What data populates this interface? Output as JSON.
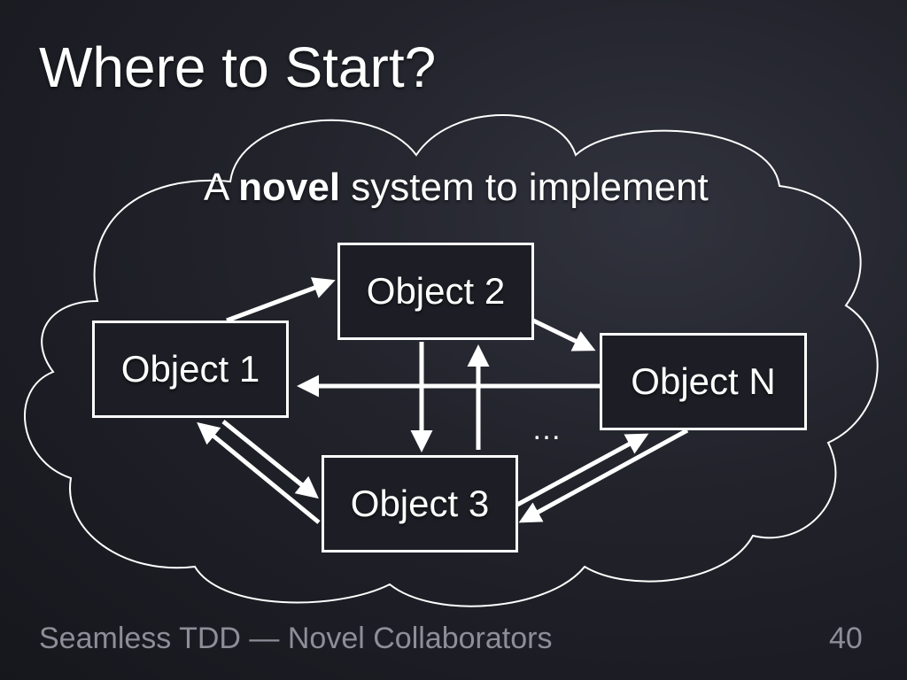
{
  "slide": {
    "title": "Where to Start?",
    "subtitle_pre": "A ",
    "subtitle_bold": "novel",
    "subtitle_post": " system to implement"
  },
  "diagram": {
    "nodes": {
      "object_1": "Object 1",
      "object_2": "Object 2",
      "object_3": "Object 3",
      "object_n": "Object N"
    },
    "ellipsis": "…"
  },
  "footer": {
    "deck_title": "Seamless TDD — Novel Collaborators",
    "page_number": "40"
  },
  "colors": {
    "foreground": "#ffffff",
    "footer_text": "#8c8e98"
  }
}
